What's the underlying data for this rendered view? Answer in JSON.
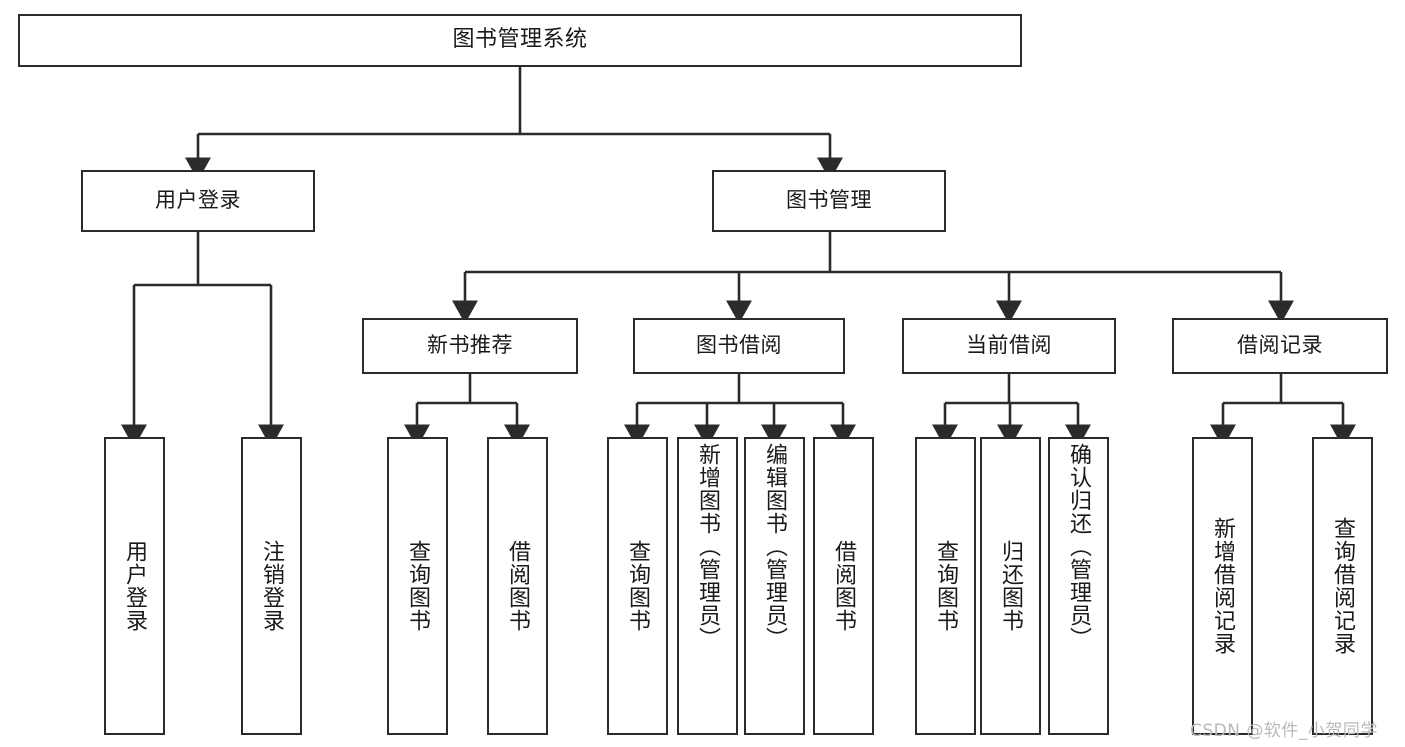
{
  "diagram": {
    "type": "tree-hierarchy",
    "title": "图书管理系统",
    "watermark": "CSDN @软件_小贺同学",
    "colors": {
      "box_border": "#2b2b2b",
      "box_fill": "#ffffff",
      "connector": "#2b2b2b",
      "text": "#1a1a1a",
      "watermark": "#b9b9b9",
      "background": "#ffffff"
    },
    "nodes": {
      "root": {
        "label": "图书管理系统"
      },
      "level2": [
        {
          "id": "user-login",
          "label": "用户登录"
        },
        {
          "id": "book-manage",
          "label": "图书管理"
        }
      ],
      "level3": [
        {
          "id": "new-book-recommend",
          "label": "新书推荐"
        },
        {
          "id": "book-borrow",
          "label": "图书借阅"
        },
        {
          "id": "current-borrow",
          "label": "当前借阅"
        },
        {
          "id": "borrow-record",
          "label": "借阅记录"
        }
      ],
      "leaves": {
        "user-login": [
          {
            "id": "leaf-user-login",
            "label": "用户登录"
          },
          {
            "id": "leaf-user-logout",
            "label": "注销登录"
          }
        ],
        "new-book-recommend": [
          {
            "id": "leaf-query-book-1",
            "label": "查询图书"
          },
          {
            "id": "leaf-borrow-book-1",
            "label": "借阅图书"
          }
        ],
        "book-borrow": [
          {
            "id": "leaf-query-book-2",
            "label": "查询图书"
          },
          {
            "id": "leaf-add-book",
            "label": "新增图书（管理员）"
          },
          {
            "id": "leaf-edit-book",
            "label": "编辑图书（管理员）"
          },
          {
            "id": "leaf-borrow-book-2",
            "label": "借阅图书"
          }
        ],
        "current-borrow": [
          {
            "id": "leaf-query-book-3",
            "label": "查询图书"
          },
          {
            "id": "leaf-return-book",
            "label": "归还图书"
          },
          {
            "id": "leaf-confirm-return",
            "label": "确认归还（管理员）"
          }
        ],
        "borrow-record": [
          {
            "id": "leaf-add-record",
            "label": "新增借阅记录"
          },
          {
            "id": "leaf-query-record",
            "label": "查询借阅记录"
          }
        ]
      }
    }
  }
}
